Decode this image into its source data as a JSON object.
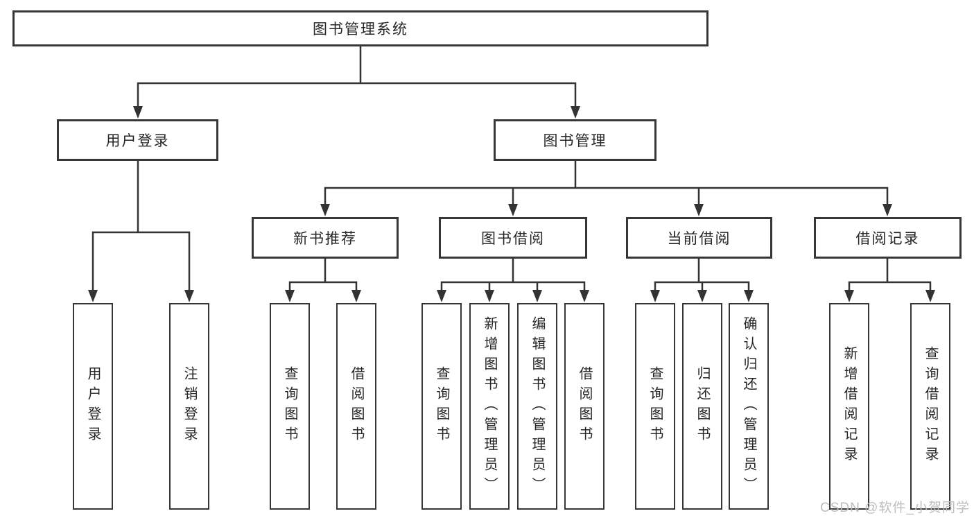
{
  "diagram_title": "图书管理系统",
  "colors": {
    "line": "#333333",
    "border": "#363636",
    "text": "#262626",
    "background": "#ffffff",
    "watermark": "#bdbdbd"
  },
  "tree": {
    "root": {
      "label": "图书管理系统"
    },
    "login": {
      "label": "用户登录",
      "children": [
        {
          "label": "用户登录"
        },
        {
          "label": "注销登录"
        }
      ]
    },
    "mgmt": {
      "label": "图书管理",
      "groups": [
        {
          "label": "新书推荐",
          "children": [
            {
              "label": "查询图书"
            },
            {
              "label": "借阅图书"
            }
          ]
        },
        {
          "label": "图书借阅",
          "children": [
            {
              "label": "查询图书"
            },
            {
              "label": "新增图书（管理员）"
            },
            {
              "label": "编辑图书（管理员）"
            },
            {
              "label": "借阅图书"
            }
          ]
        },
        {
          "label": "当前借阅",
          "children": [
            {
              "label": "查询图书"
            },
            {
              "label": "归还图书"
            },
            {
              "label": "确认归还（管理员）"
            }
          ]
        },
        {
          "label": "借阅记录",
          "children": [
            {
              "label": "新增借阅记录"
            },
            {
              "label": "查询借阅记录"
            }
          ]
        }
      ]
    }
  },
  "watermark": {
    "text": "CSDN @软件_小贺同学"
  }
}
